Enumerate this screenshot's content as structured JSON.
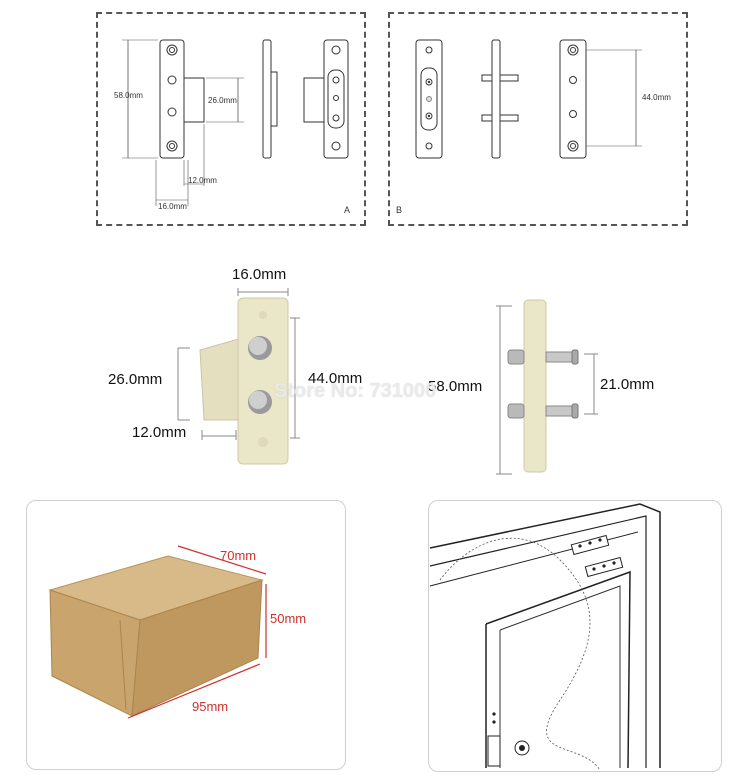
{
  "drawing_a": {
    "corner_label": "A",
    "dim_height": "58.0mm",
    "dim_body": "26.0mm",
    "dim_depth": "12.0mm",
    "dim_width": "16.0mm"
  },
  "drawing_b": {
    "corner_label": "B",
    "dim_pitch": "44.0mm"
  },
  "photo_a": {
    "dim_width": "16.0mm",
    "dim_body": "26.0mm",
    "dim_depth": "12.0mm",
    "dim_pitch": "44.0mm"
  },
  "photo_b": {
    "dim_height": "58.0mm",
    "dim_pin": "21.0mm"
  },
  "watermark": "Store No: 731000",
  "box_photo": {
    "dim_length": "70mm",
    "dim_height": "50mm",
    "dim_width": "95mm"
  },
  "colors": {
    "plastic": "#e9e5c6",
    "cardboard": "#c9a46c",
    "dimension_red": "#d0302c"
  }
}
